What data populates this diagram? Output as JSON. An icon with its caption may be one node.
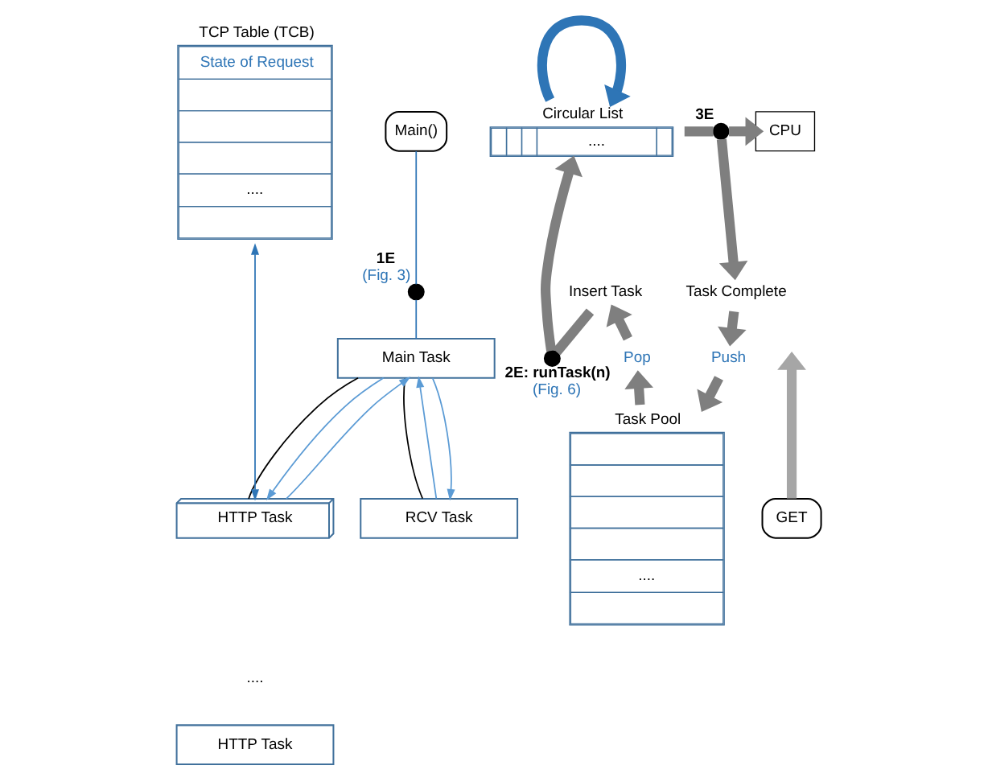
{
  "diagram": {
    "nodes": [
      {
        "text": [
          "TCP Table (TCB)",
          "State of Request",
          "...."
        ]
      },
      {
        "text": [
          "Main()"
        ]
      },
      {
        "text": [],
        "shape": "circle",
        "beside": [
          "1E",
          "(Fig. 3)"
        ]
      },
      {
        "text": [
          "Main Task"
        ]
      },
      {
        "text": [
          "RCV Task"
        ]
      },
      {
        "text": [
          "HTTP Task"
        ]
      },
      {
        "text": [
          "HTTP Task"
        ]
      },
      {
        "text": [
          "Circular List",
          "...."
        ]
      },
      {
        "text": [],
        "shape": "circle",
        "beside": [
          "2E: runTask(n)",
          "(Fig. 6)"
        ]
      },
      {
        "text": [],
        "shape": "circle",
        "beside": [
          "3E"
        ]
      },
      {
        "text": [
          "CPU"
        ]
      },
      {
        "text": [
          "Insert Task"
        ]
      },
      {
        "text": [
          "Task Complete"
        ]
      },
      {
        "text": [
          "Pop"
        ]
      },
      {
        "text": [
          "Push"
        ]
      },
      {
        "text": [
          "Task Pool",
          "...."
        ]
      },
      {
        "text": [
          "GET"
        ]
      }
    ],
    "edges": [
      {
        "from": 1,
        "to": 2,
        "arrow": "none",
        "color": "#2e75b6"
      },
      {
        "from": 2,
        "to": 3,
        "arrow": "none",
        "color": "#2e75b6"
      },
      {
        "from": 3,
        "to": 4,
        "arrow": "none",
        "color": "#000000"
      },
      {
        "from": 4,
        "to": 3,
        "arrow": "to",
        "color": "#5b9bd5"
      },
      {
        "from": 3,
        "to": 4,
        "arrow": "to",
        "color": "#5b9bd5"
      },
      {
        "from": 3,
        "to": 5,
        "arrow": "none",
        "color": "#000000"
      },
      {
        "from": 3,
        "to": 5,
        "arrow": "to",
        "color": "#5b9bd5"
      },
      {
        "from": 5,
        "to": 3,
        "arrow": "to",
        "color": "#5b9bd5"
      },
      {
        "from": 5,
        "to": 0,
        "arrow": "both",
        "color": "#2e75b6"
      },
      {
        "from": 7,
        "to": 7,
        "arrow": "to",
        "color": "#2e75b6"
      },
      {
        "from": 11,
        "to": 8,
        "arrow": "none"
      },
      {
        "from": 8,
        "to": 7,
        "arrow": "to"
      },
      {
        "from": 7,
        "to": 9,
        "arrow": "none"
      },
      {
        "from": 9,
        "to": 10,
        "arrow": "to"
      },
      {
        "from": 9,
        "to": 12,
        "arrow": "to"
      },
      {
        "from": 12,
        "to": 14,
        "arrow": "to"
      },
      {
        "from": 14,
        "to": 15,
        "arrow": "to"
      },
      {
        "from": 15,
        "to": 13,
        "arrow": "to"
      },
      {
        "from": 13,
        "to": 11,
        "arrow": "to"
      },
      {
        "from": 16,
        "to": null,
        "arrow": "to",
        "color": "#a6a6a6"
      }
    ],
    "labels": [
      "...."
    ]
  }
}
